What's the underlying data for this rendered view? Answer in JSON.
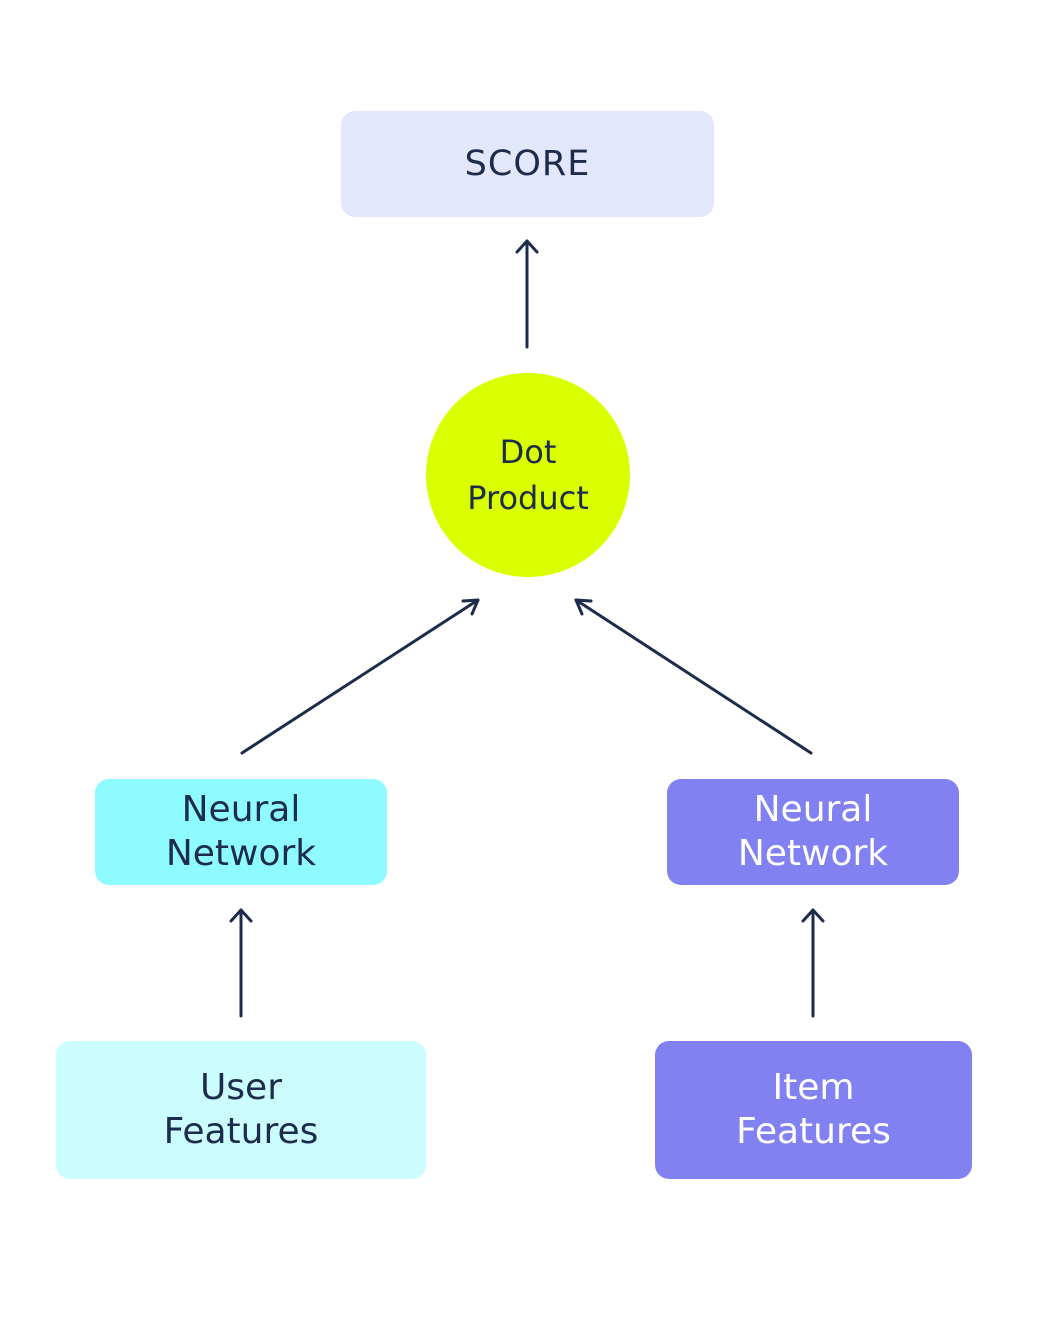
{
  "colors": {
    "text_dark": "#1d2b4c",
    "text_light": "#ffffff",
    "score_bg": "#e3e7fb",
    "dot_bg": "#d9ff00",
    "nn_left_bg": "#8efcfe",
    "nn_right_bg": "#8181f2",
    "user_features_bg": "#cbfdfe",
    "item_features_bg": "#8181f2",
    "arrow": "#1d2b4c"
  },
  "nodes": {
    "score": {
      "label": "SCORE"
    },
    "dot_product": {
      "line1": "Dot",
      "line2": "Product"
    },
    "neural_network_left": {
      "line1": "Neural",
      "line2": "Network"
    },
    "neural_network_right": {
      "line1": "Neural",
      "line2": "Network"
    },
    "user_features": {
      "line1": "User",
      "line2": "Features"
    },
    "item_features": {
      "line1": "Item",
      "line2": "Features"
    }
  },
  "edges": [
    {
      "from": "user_features",
      "to": "neural_network_left"
    },
    {
      "from": "item_features",
      "to": "neural_network_right"
    },
    {
      "from": "neural_network_left",
      "to": "dot_product"
    },
    {
      "from": "neural_network_right",
      "to": "dot_product"
    },
    {
      "from": "dot_product",
      "to": "score"
    }
  ]
}
